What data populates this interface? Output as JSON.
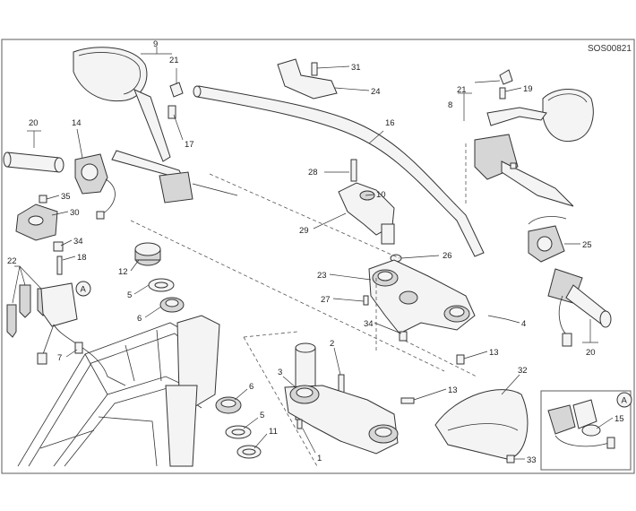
{
  "diagram": {
    "code": "SOS00821",
    "detail_label": "A",
    "callouts": [
      {
        "id": "c9",
        "text": "9"
      },
      {
        "id": "c21a",
        "text": "21"
      },
      {
        "id": "c17",
        "text": "17"
      },
      {
        "id": "c20a",
        "text": "20"
      },
      {
        "id": "c14",
        "text": "14"
      },
      {
        "id": "c35",
        "text": "35"
      },
      {
        "id": "c30",
        "text": "30"
      },
      {
        "id": "c34a",
        "text": "34"
      },
      {
        "id": "c18",
        "text": "18"
      },
      {
        "id": "c22",
        "text": "22"
      },
      {
        "id": "c7",
        "text": "7"
      },
      {
        "id": "c12",
        "text": "12"
      },
      {
        "id": "c5a",
        "text": "5"
      },
      {
        "id": "c6a",
        "text": "6"
      },
      {
        "id": "c31",
        "text": "31"
      },
      {
        "id": "c24",
        "text": "24"
      },
      {
        "id": "c16",
        "text": "16"
      },
      {
        "id": "c28",
        "text": "28"
      },
      {
        "id": "c10",
        "text": "10"
      },
      {
        "id": "c29",
        "text": "29"
      },
      {
        "id": "c26",
        "text": "26"
      },
      {
        "id": "c23",
        "text": "23"
      },
      {
        "id": "c27",
        "text": "27"
      },
      {
        "id": "c34b",
        "text": "34"
      },
      {
        "id": "c4",
        "text": "4"
      },
      {
        "id": "c13a",
        "text": "13"
      },
      {
        "id": "c13b",
        "text": "13"
      },
      {
        "id": "c2",
        "text": "2"
      },
      {
        "id": "c3",
        "text": "3"
      },
      {
        "id": "c1",
        "text": "1"
      },
      {
        "id": "c6b",
        "text": "6"
      },
      {
        "id": "c5b",
        "text": "5"
      },
      {
        "id": "c11",
        "text": "11"
      },
      {
        "id": "c32",
        "text": "32"
      },
      {
        "id": "c33",
        "text": "33"
      },
      {
        "id": "c21b",
        "text": "21"
      },
      {
        "id": "c19",
        "text": "19"
      },
      {
        "id": "c8",
        "text": "8"
      },
      {
        "id": "c25",
        "text": "25"
      },
      {
        "id": "c20b",
        "text": "20"
      },
      {
        "id": "c15",
        "text": "15"
      }
    ]
  }
}
